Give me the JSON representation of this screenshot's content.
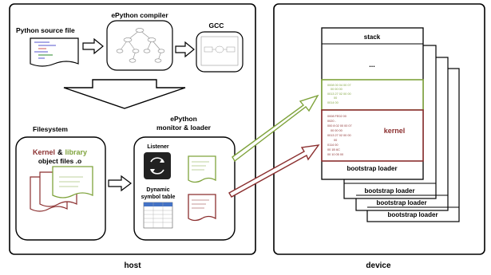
{
  "host": {
    "label": "host",
    "python_source": {
      "label": "Python source file"
    },
    "compiler": {
      "label": "ePython compiler"
    },
    "gcc": {
      "label": "GCC"
    },
    "filesystem": {
      "label": "Filesystem",
      "kernel_word": "Kernel",
      "amp": "&",
      "library_word": "library",
      "object_files": "object files .o"
    },
    "monitor": {
      "title_line1": "ePython",
      "title_line2": "monitor & loader",
      "listener": "Listener",
      "symbol_table_line1": "Dynamic",
      "symbol_table_line2": "symbol table"
    }
  },
  "device": {
    "label": "device",
    "stack": "stack",
    "ellipsis": "...",
    "kernel": "kernel",
    "bootstrap_loader": "bootstrap loader",
    "library_hex": [
      "0008 00 04 00 07",
      "00 00 00",
      "0013 27 02 00 00",
      "00",
      "0014 00"
    ],
    "kernel_hex": [
      "0008 FE02 00",
      "0020 -",
      "000 8 02 00 00 07",
      "00 00 00",
      "0013 27 02 00 00",
      "00",
      "0114 00",
      "00 1B 6C",
      "00 10 05 00"
    ]
  },
  "colors": {
    "kernel": "#8b2f2f",
    "library": "#7fa33c",
    "line": "#000000"
  },
  "icons": [
    "refresh-icon",
    "node-graph-icon"
  ]
}
